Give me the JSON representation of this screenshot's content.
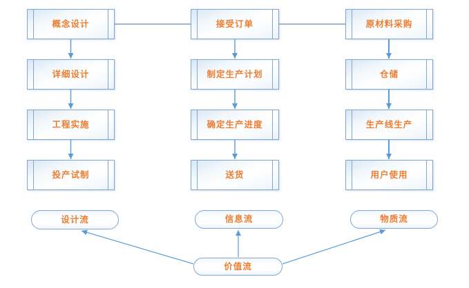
{
  "nodes": {
    "concept_design": "概念设计",
    "detailed_design": "详细设计",
    "engineering_implementation": "工程实施",
    "trial_production": "投产试制",
    "accept_order": "接受订单",
    "make_production_plan": "制定生产计划",
    "determine_production_schedule": "确定生产进度",
    "delivery": "送货",
    "raw_material_purchase": "原材料采购",
    "warehousing": "仓储",
    "production_line_production": "生产线生产",
    "user_usage": "用户使用"
  },
  "flows": {
    "design_flow": "设计流",
    "information_flow": "信息流",
    "material_flow": "物质流",
    "value_flow": "价值流"
  },
  "colors": {
    "node_border": "#7ea6cf",
    "node_fill": "#d8e6f4",
    "label_text": "#ed7d31",
    "connector": "#5b9bd5"
  }
}
